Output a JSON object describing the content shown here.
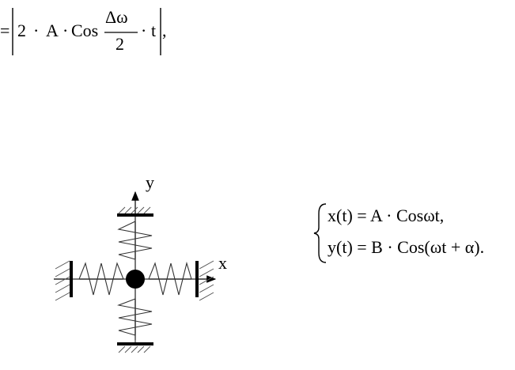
{
  "formula_top": {
    "equals": "=",
    "coef": "2",
    "dot1": "·",
    "amp": "A",
    "dot2": "·",
    "func": "Cos",
    "numerator": "Δω",
    "denominator": "2",
    "dot3": "·",
    "var": "t",
    "comma": ","
  },
  "diagram": {
    "axis_x": "x",
    "axis_y": "y"
  },
  "system": {
    "line1": "x(t) = A · Cosωt,",
    "line2": "y(t) = B · Cos(ωt + α)."
  }
}
